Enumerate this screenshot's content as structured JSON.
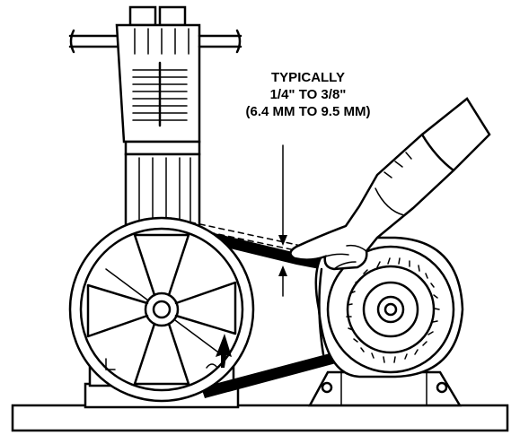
{
  "callout": {
    "line1": "TYPICALLY",
    "line2": "1/4\" TO 3/8\"",
    "line3": "(6.4 MM TO 9.5 MM)"
  }
}
